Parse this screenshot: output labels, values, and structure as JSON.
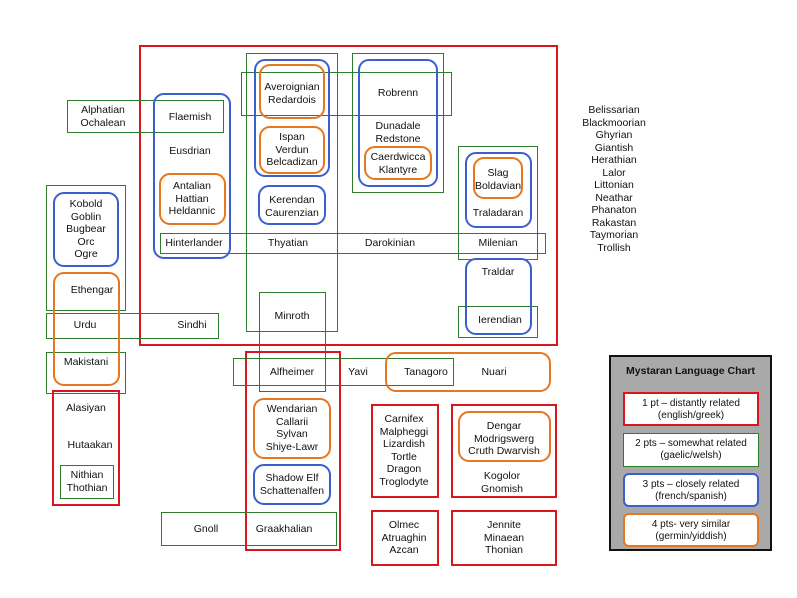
{
  "labels": {
    "alphatian": "Alphatian\nOchalean",
    "flaemish": "Flaemish",
    "eusdrian": "Eusdrian",
    "antalian": "Antalian\nHattian\nHeldannic",
    "hinterlander": "Hinterlander",
    "averoignian": "Averoignian\nRedardois",
    "ispan": "Ispan\nVerdun\nBelcadizan",
    "kerendan": "Kerendan\nCaurenzian",
    "thyatian": "Thyatian",
    "robrenn": "Robrenn",
    "dunadale": "Dunadale\nRedstone",
    "caerdwicca": "Caerdwicca\nKlantyre",
    "darokinian": "Darokinian",
    "slag": "Slag\nBoldavian",
    "traladaran": "Traladaran",
    "milenian": "Milenian",
    "traldar": "Traldar",
    "ierendian": "Ierendian",
    "kobold": "Kobold\nGoblin\nBugbear\nOrc\nOgre",
    "ethengar": "Ethengar",
    "urdu": "Urdu",
    "sindhi": "Sindhi",
    "minroth": "Minroth",
    "makistani": "Makistani",
    "alfheimer": "Alfheimer",
    "yavi": "Yavi",
    "tanagoro": "Tanagoro",
    "nuari": "Nuari",
    "alasiyan": "Alasiyan",
    "hutaakan": "Hutaakan",
    "nithian": "Nithian\nThothian",
    "wendarian": "Wendarian\nCallarii\nSylvan\nShiye-Lawr",
    "shadowelf": "Shadow Elf\nSchattenalfen",
    "gnoll": "Gnoll",
    "graakhalian": "Graakhalian",
    "carnifex": "Carnifex\nMalpheggi\nLizardish\nTortle\nDragon\nTroglodyte",
    "dengar": "Dengar\nModrigswerg\nCruth Dwarvish",
    "kogolor": "Kogolor\nGnomish",
    "olmec": "Olmec\nAtruaghin\nAzcan",
    "jennite": "Jennite\nMinaean\nThonian",
    "isolates": "Belissarian\nBlackmoorian\nGhyrian\nGiantish\nHerathian\nLalor\nLittonian\nNeathar\nPhanaton\nRakastan\nTaymorian\nTrollish"
  },
  "legend": {
    "title": "Mystaran Language Chart",
    "items": [
      {
        "text": "1 pt – distantly related\n(english/greek)",
        "color": "#d9161b"
      },
      {
        "text": "2 pts – somewhat related\n(gaelic/welsh)",
        "color": "#2e7d2e"
      },
      {
        "text": "3 pts – closely related\n(french/spanish)",
        "color": "#3b5fcf"
      },
      {
        "text": "4 pts- very similar\n(germin/yiddish)",
        "color": "#e8761e"
      }
    ]
  }
}
